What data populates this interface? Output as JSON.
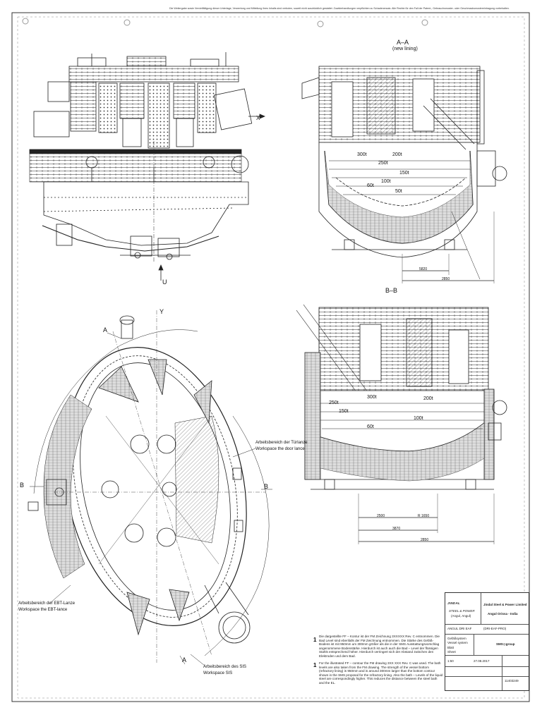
{
  "header_note": "Die Weitergabe sowie Vervielfältigung dieser Unterlage, Verwertung und Mitteilung ihres Inhalts sind verboten, soweit nicht ausdrücklich gestattet. Zuwiderhandlungen verpflichten zu Schadenersatz. Alle Rechte für den Fall der Patent-, Gebrauchsmuster- oder Geschmacksmustereintragung vorbehalten.",
  "views": {
    "section_aa_title": "A–A",
    "section_aa_subtitle": "(new lining)",
    "section_bb_title": "B–B",
    "marker_x": "X",
    "marker_u": "U",
    "marker_y": "Y",
    "marker_a_top": "A",
    "marker_a_bottom": "A",
    "marker_b_left": "B",
    "marker_b_right": "B"
  },
  "levels_aa": [
    "300t",
    "250t",
    "200t",
    "150t",
    "100t",
    "60t",
    "50t"
  ],
  "levels_bb": [
    "300t",
    "250t",
    "200t",
    "150t",
    "100t",
    "60t"
  ],
  "dims_aa": [
    "5820",
    "2850"
  ],
  "dims_bb": [
    "2500",
    "R 1650",
    "3870",
    "2850"
  ],
  "callouts": {
    "door_lance_de": "Arbeitsbereich der Türlanze",
    "door_lance_en": "Workspace the door lance",
    "ebt_lance_de": "Arbeitsbereich der EBT-Lanze",
    "ebt_lance_en": "Workspace the EBT-lance",
    "sis_de": "Arbeitsbereich des SIS",
    "sis_en": "Workspace SIS"
  },
  "notes": [
    {
      "num": "1",
      "text": "Die dargestellte FF – Kontur ist der FM Zeichnung 3XXXXX Rev. C entnommen. Die Bad Level sind ebenfalls der FM Zeichnung entnommen. Die Stärke des Gefäß-Bodens ist mit 950mm um 300mm größer als die in der SMS Ausstattungsvorschlag angenommene Bodenstärke. Hierdurch ist auch auch die Bad – Level der flüssigen Stahls entsprechend höher. Hierdurch verringert sich der Abstand zwischen den Elektroden und dem Bad."
    },
    {
      "num": "1",
      "text": "For the illustrated FF – contour the FM drawing 3XX XXX Rev. C was used. The bath levels are also taken from the FM drawing. The strength of the vessel bottom (refractory lining) is 950mm and is around 300mm larger than the bottom contour shown in the SMS proposal for the refractory lining. Also the bath – Levels of the liquid steel are correspondingly higher. This reduces the distance between the steel bath and the EL."
    }
  ],
  "title_block": {
    "logo_line1": "JINDAL",
    "logo_line2": "STEEL & POWER",
    "logo_line3": "(Angul, Angul)",
    "company": "Jindal Steel & Power Limited",
    "location": "Angul Orissa - India",
    "project_label": "ANGUL DRI EAF",
    "order_no": "(DRI-EAF-PRO)",
    "system_de": "Gefäßsystem",
    "system_en": "Vessel system",
    "sheet_label": "Blatt",
    "sheet_en": "Sheet",
    "brand": "SMS",
    "brand_suffix": "group",
    "drawing_number": "11403249",
    "scale_label": "1:50",
    "date_label": "27.08.2017"
  }
}
